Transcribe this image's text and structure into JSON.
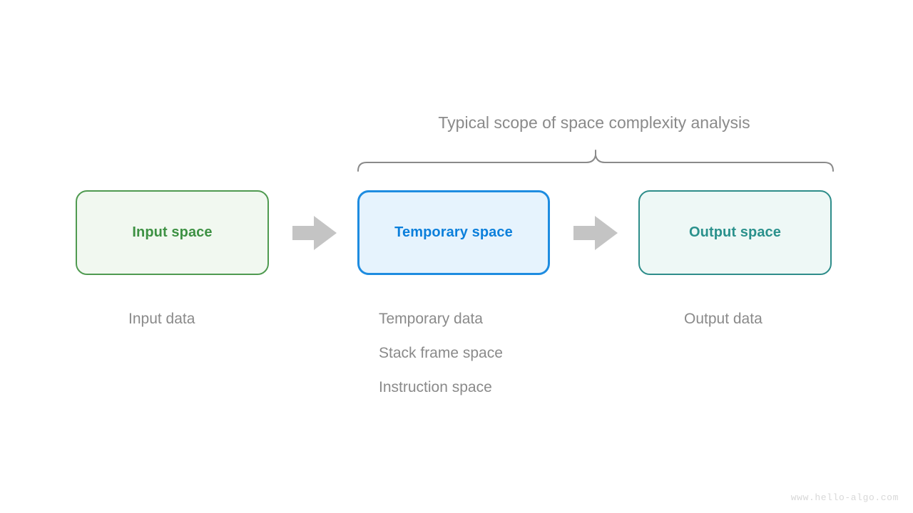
{
  "diagram": {
    "scope_title": "Typical scope of space complexity analysis",
    "watermark": "www.hello-algo.com",
    "colors": {
      "background": "#ffffff",
      "input_border": "#4f9a50",
      "input_fill": "#f1f8f0",
      "input_text": "#3d9143",
      "temporary_border": "#1e8ce0",
      "temporary_fill": "#e6f3fd",
      "temporary_text": "#0b7fdb",
      "output_border": "#2e8d8a",
      "output_fill": "#eef8f6",
      "output_text": "#2a918c",
      "arrow": "#c4c4c4",
      "brace": "#8a8a8a",
      "caption_text": "#8a8a8a",
      "watermark_text": "#d8d8d8"
    },
    "stages": [
      {
        "id": "input",
        "box_label": "Input space",
        "captions": [
          "Input data"
        ]
      },
      {
        "id": "temporary",
        "box_label": "Temporary space",
        "captions": [
          "Temporary data",
          "Stack frame space",
          "Instruction space"
        ]
      },
      {
        "id": "output",
        "box_label": "Output space",
        "captions": [
          "Output data"
        ]
      }
    ],
    "arrows": [
      {
        "id": "arrow-input-to-temporary",
        "glyph": "right-arrow-icon"
      },
      {
        "id": "arrow-temporary-to-output",
        "glyph": "right-arrow-icon"
      }
    ]
  }
}
